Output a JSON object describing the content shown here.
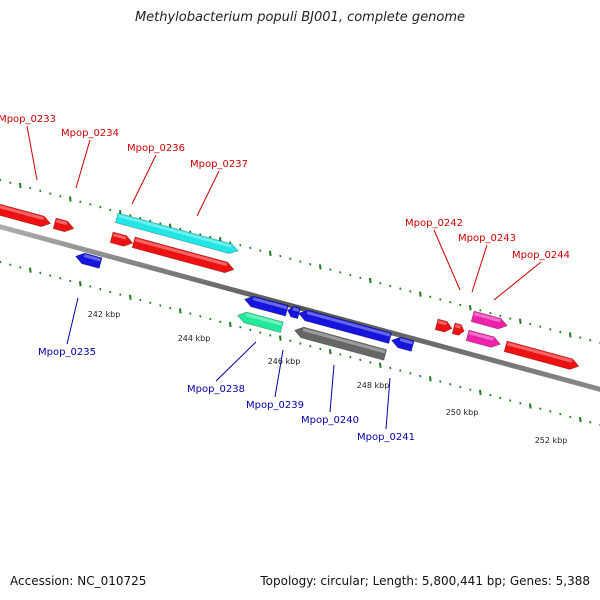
{
  "title": "Methylobacterium populi BJ001, complete genome",
  "footer": {
    "accession": "Accession: NC_010725",
    "summary": "Topology: circular; Length: 5,800,441 bp; Genes: 5,388"
  },
  "colors": {
    "red": "#ee1111",
    "cyan": "#22e6e6",
    "blue": "#1515dd",
    "green": "#22e89a",
    "gray": "#666666",
    "magenta": "#ee22aa",
    "tick": "#1a7a1a",
    "label_top": "#cc0000",
    "label_bottom": "#0000aa"
  },
  "scale_labels": [
    "242 kbp",
    "244 kbp",
    "246 kbp",
    "248 kbp",
    "250 kbp",
    "252 kbp"
  ],
  "genes": [
    {
      "id": "Mpop_0233",
      "strand": "+",
      "color": "red"
    },
    {
      "id": "Mpop_0234",
      "strand": "+",
      "color": "red"
    },
    {
      "id": "Mpop_0235",
      "strand": "-",
      "color": "blue"
    },
    {
      "id": "Mpop_0236",
      "strand": "+",
      "color": "cyan"
    },
    {
      "id": "Mpop_0237",
      "strand": "+",
      "color": "red"
    },
    {
      "id": "Mpop_0238",
      "strand": "-",
      "color": "green"
    },
    {
      "id": "Mpop_0239",
      "strand": "-",
      "color": "blue"
    },
    {
      "id": "Mpop_0240",
      "strand": "-",
      "color": "blue"
    },
    {
      "id": "Mpop_0241",
      "strand": "-",
      "color": "blue"
    },
    {
      "id": "Mpop_0242",
      "strand": "+",
      "color": "red"
    },
    {
      "id": "Mpop_0243",
      "strand": "+",
      "color": "magenta"
    },
    {
      "id": "Mpop_0244",
      "strand": "+",
      "color": "red"
    }
  ]
}
